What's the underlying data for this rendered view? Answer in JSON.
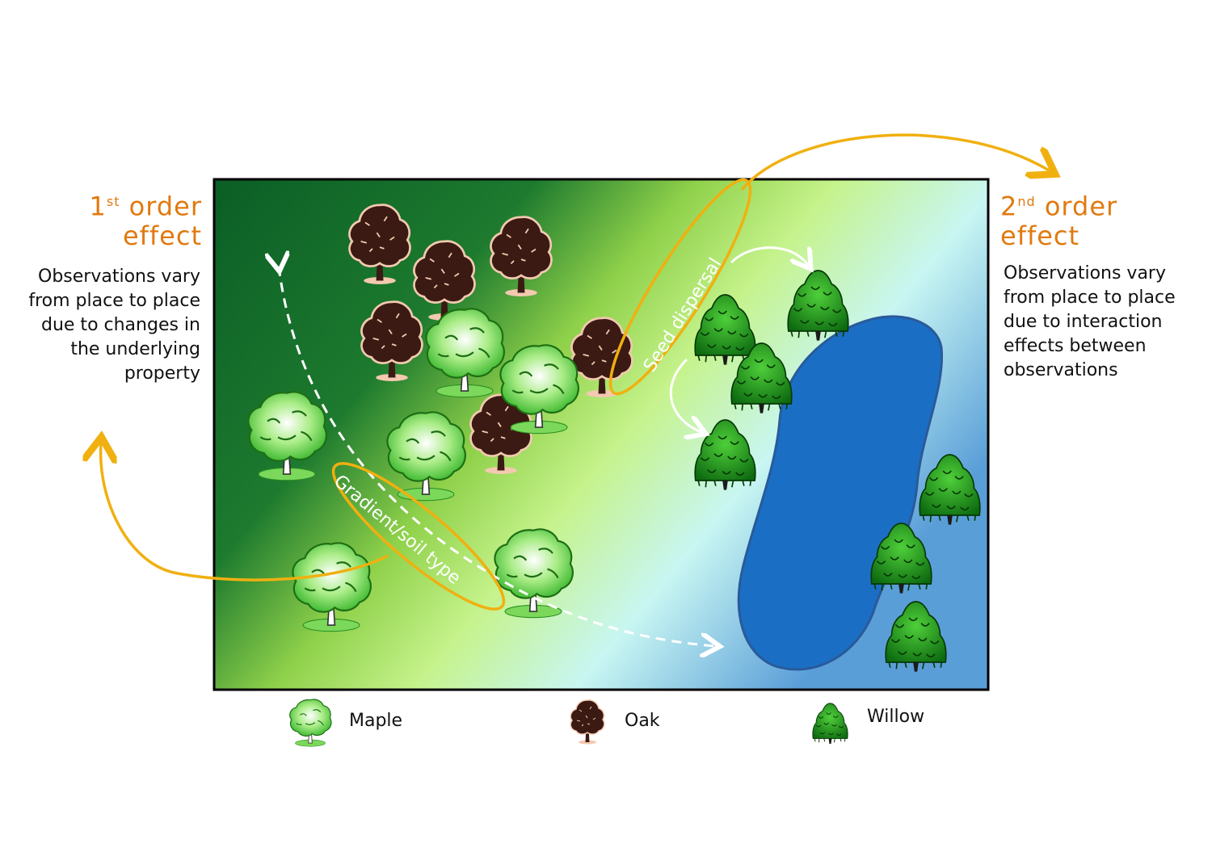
{
  "first_order": {
    "sup": "st",
    "num": "1",
    "line1_rest": " order",
    "line2": "effect",
    "description": "Observations vary from place to place due to changes in the underlying property"
  },
  "second_order": {
    "sup": "nd",
    "num": "2",
    "line1_rest": " order",
    "line2": "effect",
    "description": "Observations vary from place to place due to interaction effects between observations"
  },
  "annotations": {
    "gradient": "Gradient/soil type",
    "seed": "Seed dispersal"
  },
  "legend": [
    {
      "name": "Maple",
      "label": "Maple"
    },
    {
      "name": "Oak",
      "label": "Oak"
    },
    {
      "name": "Willow",
      "label": "Willow"
    }
  ],
  "colors": {
    "accent_orange": "#e07a10",
    "arrow_gold": "#f0b010",
    "lake": "#1a6fc4",
    "dark_green": "#0f6a2c",
    "maple_green": "#7fdc5c",
    "oak_brown": "#3a1a12",
    "willow_green": "#1a8c1a"
  }
}
